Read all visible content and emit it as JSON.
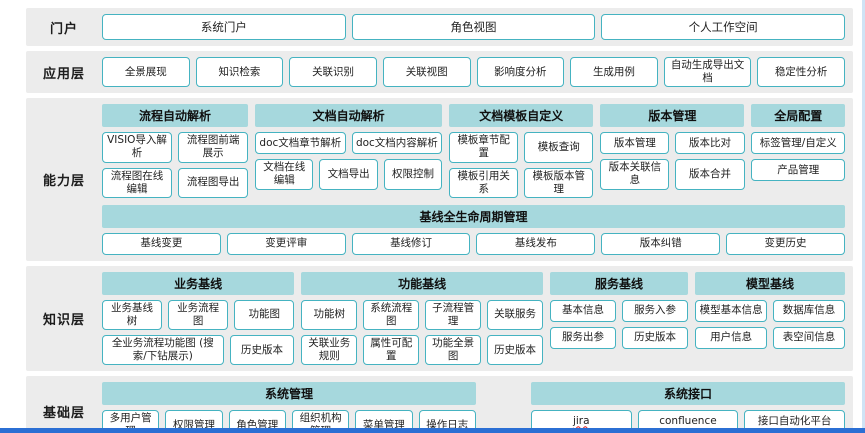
{
  "palette": {
    "group_header": "#a6d8dd",
    "box_border": "#45b3c1",
    "row_background": "#ececec",
    "bottom_bar": "#2b6fd4",
    "right_strip": "#cfe3f5",
    "misspell_underline": "#e03131"
  },
  "layers": [
    {
      "id": "portal",
      "label": "门户",
      "type": "simple",
      "size": "lg",
      "items": [
        {
          "t": "系统门户"
        },
        {
          "t": "角色视图"
        },
        {
          "t": "个人工作空间"
        }
      ]
    },
    {
      "id": "application",
      "label": "应用层",
      "type": "simple",
      "items": [
        {
          "t": "全景展现"
        },
        {
          "t": "知识检索"
        },
        {
          "t": "关联识别"
        },
        {
          "t": "关联视图"
        },
        {
          "t": "影响度分析"
        },
        {
          "t": "生成用例"
        },
        {
          "t": "自动生成导出文档"
        },
        {
          "t": "稳定性分析"
        }
      ]
    },
    {
      "id": "capability",
      "label": "能力层",
      "type": "groups",
      "groups": [
        {
          "title": "流程自动解析",
          "flex": 150,
          "rows": [
            [
              {
                "t": "VISIO导入解析"
              },
              {
                "t": "流程图前端展示"
              }
            ],
            [
              {
                "t": "流程图在线编辑"
              },
              {
                "t": "流程图导出"
              }
            ]
          ]
        },
        {
          "title": "文档自动解析",
          "flex": 192,
          "rows": [
            [
              {
                "t": "doc文档章节解析"
              },
              {
                "t": "doc文档内容解析"
              }
            ],
            [
              {
                "t": "文档在线编辑"
              },
              {
                "t": "文档导出"
              },
              {
                "t": "权限控制"
              }
            ]
          ]
        },
        {
          "title": "文档模板自定义",
          "flex": 148,
          "rows": [
            [
              {
                "t": "模板章节配置"
              },
              {
                "t": "模板查询"
              }
            ],
            [
              {
                "t": "模板引用关系"
              },
              {
                "t": "模板版本管理"
              }
            ]
          ]
        },
        {
          "title": "版本管理",
          "flex": 148,
          "rows": [
            [
              {
                "t": "版本管理"
              },
              {
                "t": "版本比对"
              }
            ],
            [
              {
                "t": "版本关联信息"
              },
              {
                "t": "版本合并"
              }
            ]
          ]
        },
        {
          "title": "全局配置",
          "flex": 96,
          "rows": [
            [
              {
                "t": "标签管理/自定义"
              }
            ],
            [
              {
                "t": "产品管理"
              }
            ]
          ]
        }
      ],
      "wide_group": {
        "title": "基线全生命周期管理",
        "items": [
          {
            "t": "基线变更"
          },
          {
            "t": "变更评审"
          },
          {
            "t": "基线修订"
          },
          {
            "t": "基线发布"
          },
          {
            "t": "版本纠错"
          },
          {
            "t": "变更历史"
          }
        ]
      }
    },
    {
      "id": "knowledge",
      "label": "知识层",
      "type": "groups",
      "groups": [
        {
          "title": "业务基线",
          "flex": 195,
          "rows": [
            [
              {
                "t": "业务基线树"
              },
              {
                "t": "业务流程图"
              },
              {
                "t": "功能图"
              }
            ],
            [
              {
                "t": "全业务流程功能图 (搜索/下钻展示)",
                "f": 2
              },
              {
                "t": "历史版本"
              }
            ]
          ]
        },
        {
          "title": "功能基线",
          "flex": 245,
          "rows": [
            [
              {
                "t": "功能树"
              },
              {
                "t": "系统流程图"
              },
              {
                "t": "子流程管理"
              },
              {
                "t": "关联服务"
              }
            ],
            [
              {
                "t": "关联业务规则"
              },
              {
                "t": "属性可配置"
              },
              {
                "t": "功能全景图"
              },
              {
                "t": "历史版本"
              }
            ]
          ]
        },
        {
          "title": "服务基线",
          "flex": 140,
          "rows": [
            [
              {
                "t": "基本信息"
              },
              {
                "t": "服务入参"
              }
            ],
            [
              {
                "t": "服务出参"
              },
              {
                "t": "历史版本"
              }
            ]
          ]
        },
        {
          "title": "模型基线",
          "flex": 152,
          "rows": [
            [
              {
                "t": "模型基本信息"
              },
              {
                "t": "数据库信息"
              }
            ],
            [
              {
                "t": "用户信息"
              },
              {
                "t": "表空间信息"
              }
            ]
          ]
        }
      ]
    },
    {
      "id": "foundation",
      "label": "基础层",
      "type": "groups",
      "groups": [
        {
          "title": "系统管理",
          "flex": 375,
          "rows": [
            [
              {
                "t": "多用户管理"
              },
              {
                "t": "权限管理"
              },
              {
                "t": "角色管理"
              },
              {
                "t": "组织机构管理"
              },
              {
                "t": "菜单管理"
              },
              {
                "t": "操作日志"
              }
            ]
          ]
        },
        {
          "title": "系统接口",
          "flex": 315,
          "gap_before": true,
          "rows": [
            [
              {
                "t": "jira",
                "u": true
              },
              {
                "t": "confluence"
              },
              {
                "t": "接口自动化平台"
              }
            ]
          ]
        }
      ]
    }
  ]
}
